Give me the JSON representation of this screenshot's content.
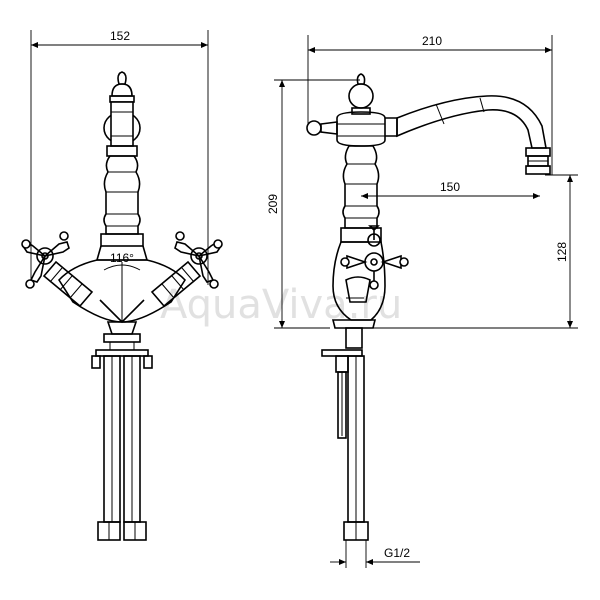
{
  "dimensions": {
    "front_width": "152",
    "side_width": "210",
    "total_height": "209",
    "spout_reach": "150",
    "spout_height": "128",
    "handle_angle": "116°",
    "thread": "G1/2"
  },
  "watermark": "AquaViva.ru"
}
